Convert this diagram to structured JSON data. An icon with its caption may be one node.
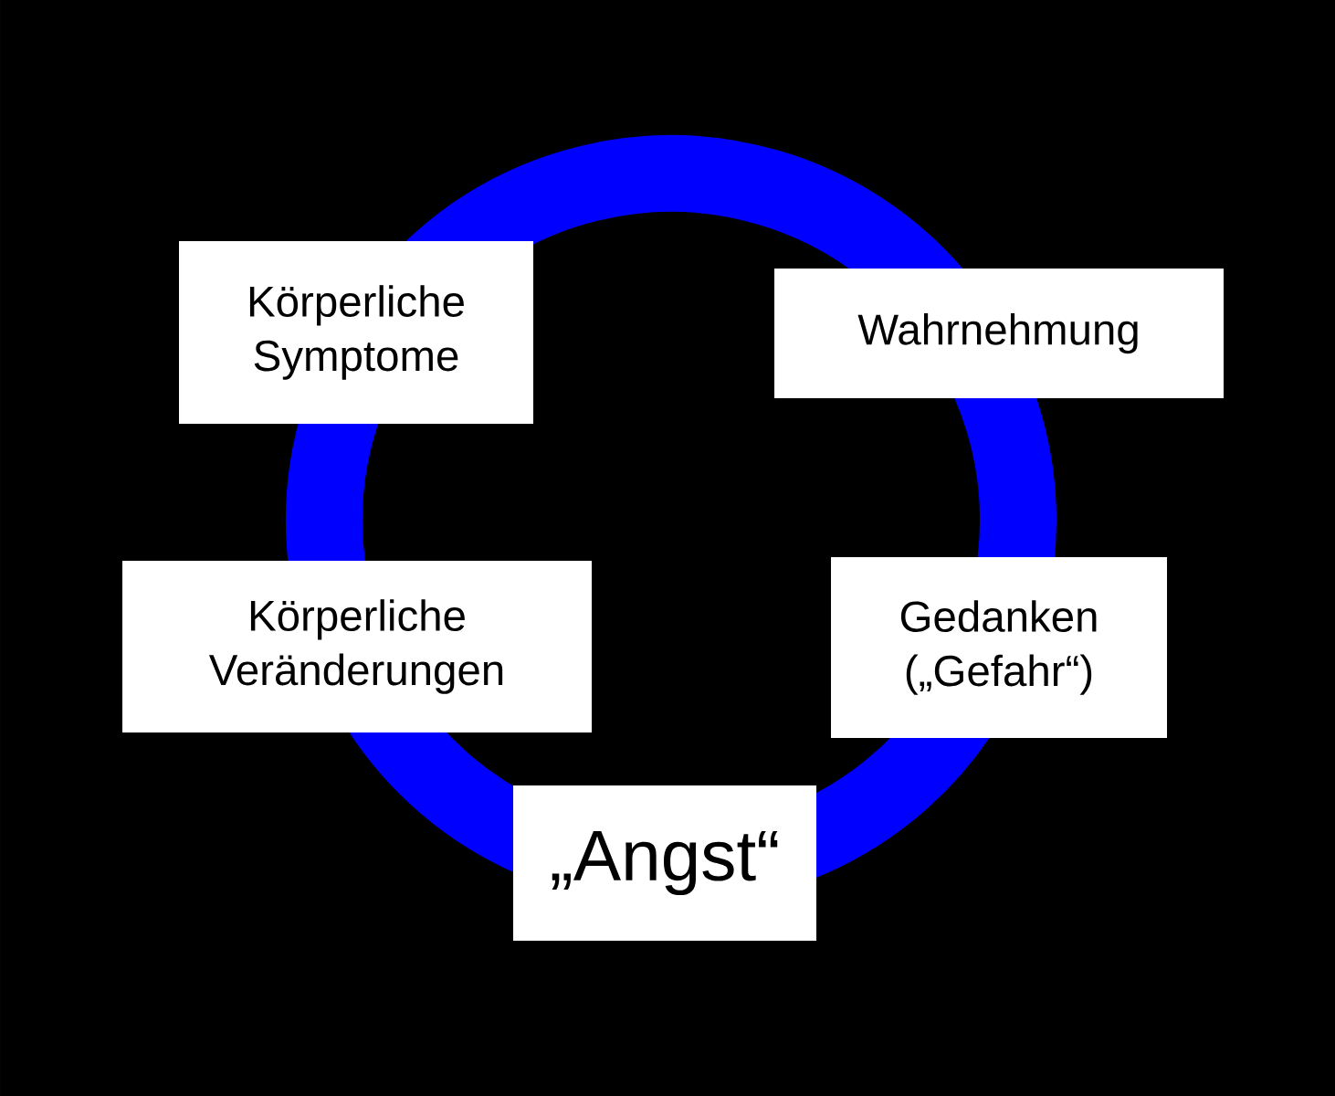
{
  "diagram": {
    "nodes": [
      {
        "text": [
          "Körperliche Symptome"
        ]
      },
      {
        "text": [
          "Wahrnehmung"
        ]
      },
      {
        "text": [
          "Körperliche Veränderungen"
        ]
      },
      {
        "text": [
          "Gedanken („Gefahr“)"
        ]
      },
      {
        "text": [
          "„Angst“"
        ]
      }
    ],
    "edges": [
      {
        "from": 0,
        "to": 1,
        "arrow": "none"
      },
      {
        "from": 1,
        "to": 3,
        "arrow": "none"
      },
      {
        "from": 3,
        "to": 4,
        "arrow": "none"
      },
      {
        "from": 4,
        "to": 2,
        "arrow": "none"
      },
      {
        "from": 2,
        "to": 0,
        "arrow": "none"
      }
    ]
  }
}
